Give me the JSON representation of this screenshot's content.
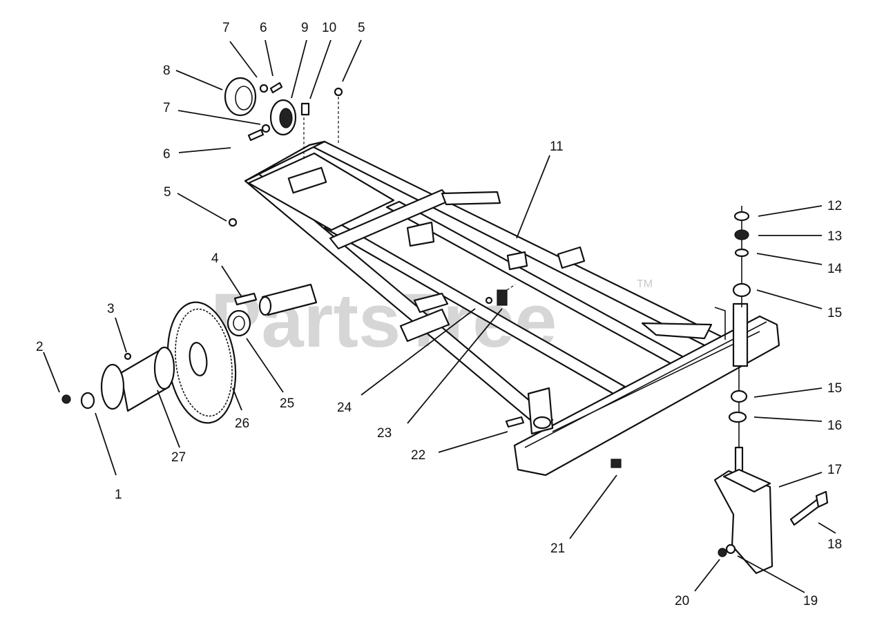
{
  "watermark": {
    "text": "PartsTree",
    "trademark": "TM"
  },
  "colors": {
    "ink": "#111111",
    "paper": "#ffffff",
    "watermark": "#d6d6d6"
  },
  "callouts": [
    {
      "id": "c7a",
      "label": "7"
    },
    {
      "id": "c6a",
      "label": "6"
    },
    {
      "id": "c9",
      "label": "9"
    },
    {
      "id": "c10",
      "label": "10"
    },
    {
      "id": "c5a",
      "label": "5"
    },
    {
      "id": "c8",
      "label": "8"
    },
    {
      "id": "c7b",
      "label": "7"
    },
    {
      "id": "c6b",
      "label": "6"
    },
    {
      "id": "c5b",
      "label": "5"
    },
    {
      "id": "c11",
      "label": "11"
    },
    {
      "id": "c12",
      "label": "12"
    },
    {
      "id": "c13",
      "label": "13"
    },
    {
      "id": "c14",
      "label": "14"
    },
    {
      "id": "c15a",
      "label": "15"
    },
    {
      "id": "c15b",
      "label": "15"
    },
    {
      "id": "c16",
      "label": "16"
    },
    {
      "id": "c17",
      "label": "17"
    },
    {
      "id": "c18",
      "label": "18"
    },
    {
      "id": "c19",
      "label": "19"
    },
    {
      "id": "c20",
      "label": "20"
    },
    {
      "id": "c21",
      "label": "21"
    },
    {
      "id": "c22",
      "label": "22"
    },
    {
      "id": "c23",
      "label": "23"
    },
    {
      "id": "c24",
      "label": "24"
    },
    {
      "id": "c25",
      "label": "25"
    },
    {
      "id": "c26",
      "label": "26"
    },
    {
      "id": "c27",
      "label": "27"
    },
    {
      "id": "c1",
      "label": "1"
    },
    {
      "id": "c2",
      "label": "2"
    },
    {
      "id": "c3",
      "label": "3"
    },
    {
      "id": "c4",
      "label": "4"
    }
  ]
}
